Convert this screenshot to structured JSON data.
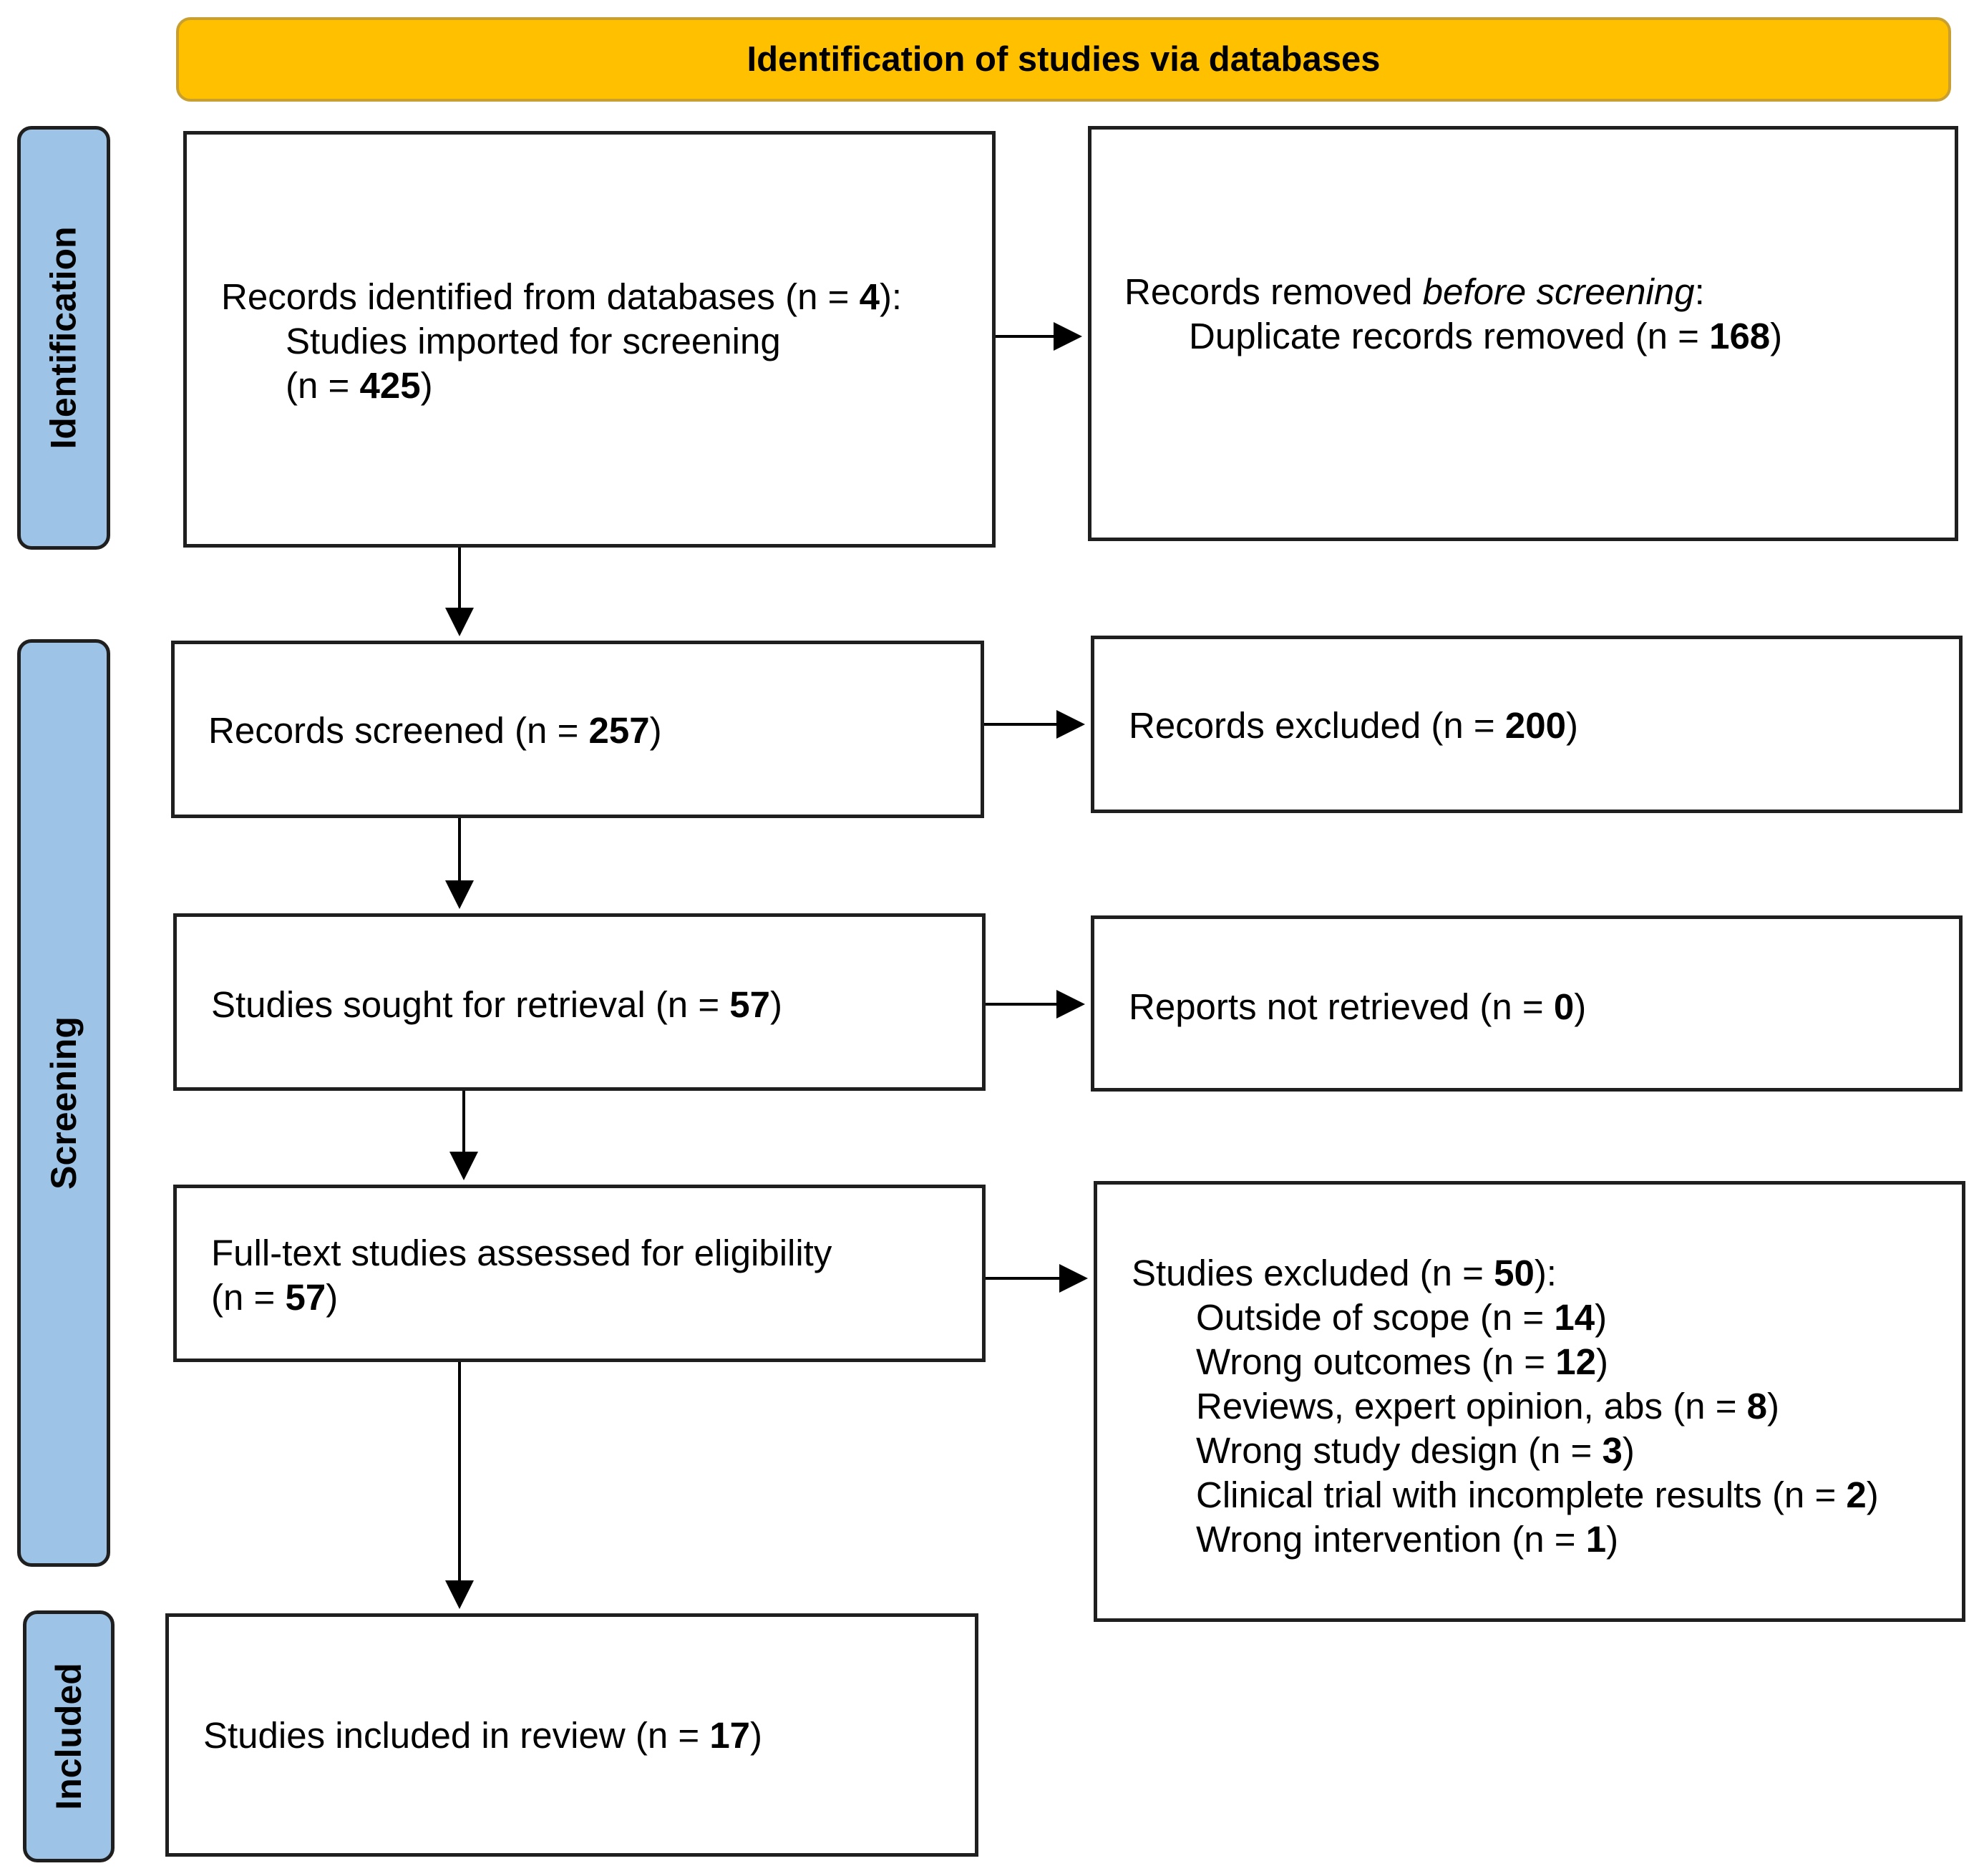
{
  "header": {
    "title": "Identification of studies via databases"
  },
  "stages": {
    "identification": "Identification",
    "screening": "Screening",
    "included": "Included"
  },
  "identified": {
    "line1": "Records identified from databases (n = ",
    "line1_n": "4",
    "line1_end": "):",
    "line2": "Studies imported for screening",
    "line3": "(n = ",
    "line3_n": "425",
    "line3_end": ")"
  },
  "removed": {
    "line1a": "Records removed ",
    "line1b": "before screening",
    "line1c": ":",
    "line2": "Duplicate records removed (n = ",
    "line2_n": "168",
    "line2_end": ")"
  },
  "screened": {
    "text": "Records screened (n = ",
    "n": "257",
    "end": ")"
  },
  "excluded": {
    "text": "Records excluded (n = ",
    "n": "200",
    "end": ")"
  },
  "sought": {
    "text": "Studies sought for retrieval (n = ",
    "n": "57",
    "end": ")"
  },
  "not_retrieved": {
    "text": "Reports not retrieved (n = ",
    "n": "0",
    "end": ")"
  },
  "assessed": {
    "line1": "Full-text studies assessed for eligibility",
    "line2": "(n = ",
    "n": "57",
    "end": ")"
  },
  "studies_excluded": {
    "title": "Studies excluded (n = ",
    "title_n": "50",
    "title_end": "):",
    "reasons": [
      {
        "label": "Outside of scope (n = ",
        "n": "14",
        "end": ")"
      },
      {
        "label": "Wrong outcomes (n = ",
        "n": "12",
        "end": ")"
      },
      {
        "label": "Reviews, expert opinion, abs (n = ",
        "n": "8",
        "end": ")"
      },
      {
        "label": "Wrong study design (n = ",
        "n": "3",
        "end": ")"
      },
      {
        "label": "Clinical trial with incomplete results (n = ",
        "n": "2",
        "end": ")"
      },
      {
        "label": "Wrong intervention (n = ",
        "n": "1",
        "end": ")"
      }
    ]
  },
  "included": {
    "text": "Studies included in review (n = ",
    "n": "17",
    "end": ")"
  }
}
